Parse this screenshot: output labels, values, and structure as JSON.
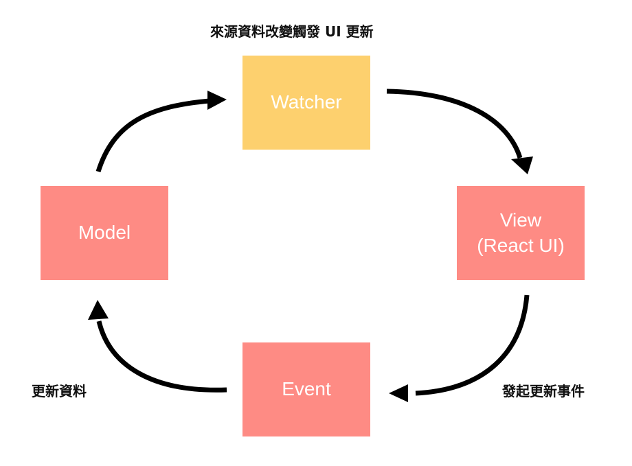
{
  "colors": {
    "watcher": "#fdd06e",
    "view": "#fe8b84",
    "event": "#fe8b84",
    "model": "#fe8b84",
    "arrow": "#000000"
  },
  "nodes": {
    "watcher": {
      "label": "Watcher"
    },
    "view": {
      "label": "View\n(React UI)"
    },
    "event": {
      "label": "Event"
    },
    "model": {
      "label": "Model"
    }
  },
  "annotations": {
    "top": "來源資料改變觸發 UI 更新",
    "left": "更新資料",
    "right": "發起更新事件"
  }
}
